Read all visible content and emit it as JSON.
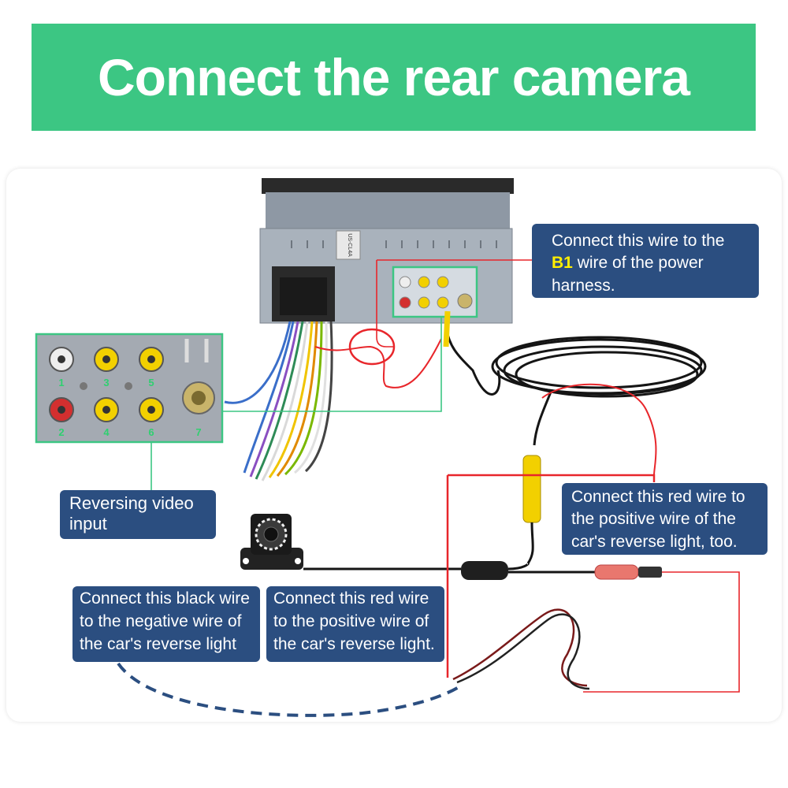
{
  "title": "Connect the rear camera",
  "head_unit": {
    "model_label": "US-CL4A",
    "jack_numbers": [
      "1",
      "2",
      "3",
      "4",
      "5",
      "6",
      "7"
    ]
  },
  "callouts": {
    "b1_wire": {
      "pre": "Connect this wire to the",
      "highlight": "B1",
      "post": "wire of the power",
      "line3": "harness."
    },
    "reversing_input": {
      "line1": "Reversing video",
      "line2": "input"
    },
    "red_wire_positive_too": {
      "line1": "Connect this red wire to",
      "line2": "the positive wire of the",
      "line3": "car's reverse light, too."
    },
    "black_wire": {
      "line1": "Connect this black wire",
      "line2": "to the negative wire of",
      "line3": "the car's reverse light"
    },
    "red_wire_positive": {
      "line1": "Connect this red wire",
      "line2": "to the positive wire of",
      "line3": "the car's reverse light."
    }
  },
  "colors": {
    "banner": "#3cc683",
    "callout": "#2b4e80",
    "highlight": "#ffee00",
    "leader_green": "#3cc683",
    "red_wire": "#e8262b",
    "dash_blue": "#2b4e80"
  }
}
